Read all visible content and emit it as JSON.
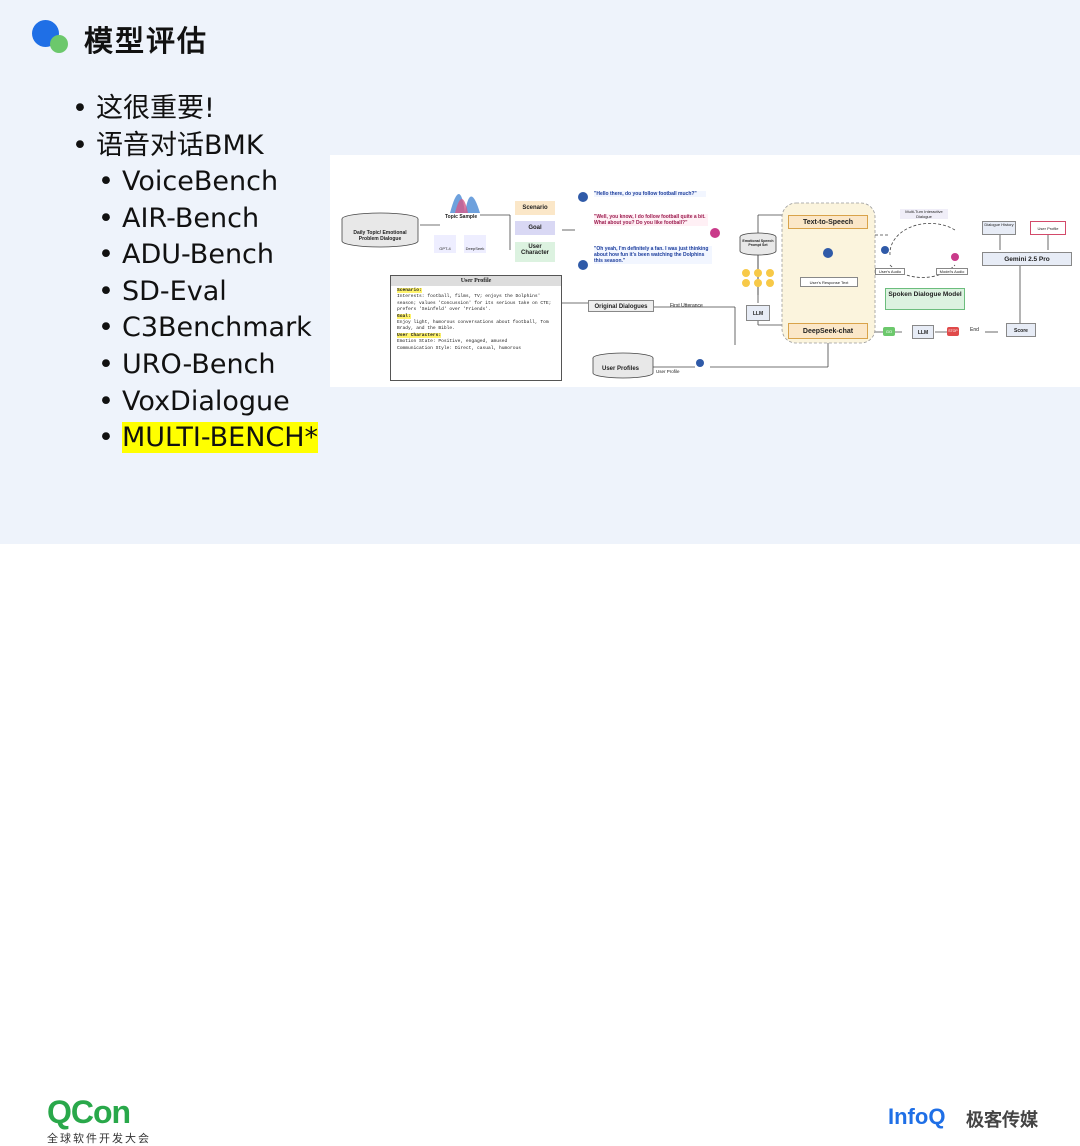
{
  "header": {
    "title": "模型评估"
  },
  "bullets": {
    "item1": "这很重要!",
    "item2": "语音对话BMK",
    "sub": [
      "VoiceBench",
      "AIR-Bench",
      "ADU-Bench",
      "SD-Eval",
      "C3Benchmark",
      "URO-Bench",
      "VoxDialogue",
      "MULTI-BENCH*"
    ]
  },
  "figure": {
    "daily_topic": "Daily Topic/ Emotional Problem Dialogue",
    "topic_sample": "Topic Sample",
    "gpt": "GPT-4",
    "deepseek": "DeepSeek",
    "scenario": "Scenario",
    "goal": "Goal",
    "user_character": "User Character",
    "bubble1": "\"Hello there, do you follow football much?\"",
    "bubble2": "\"Well, you know, I do follow football quite a bit. What about you? Do you like football?\"",
    "bubble3": "\"Oh yeah, I'm definitely a fan. I was just thinking about how fun it's been watching the Dolphins this season.\"",
    "profile_title": "User Profile",
    "profile_scenario_label": "Scenario:",
    "profile_scenario": "Interests: football, films, TV; enjoys the Dolphins' season; values 'Concussion' for its serious take on CTE; prefers 'Seinfeld' over 'Friends'.",
    "profile_goal_label": "Goal:",
    "profile_goal": "Enjoy light, humorous conversations about football, Tom Brady, and the Bible.",
    "profile_char_label": "User Characters:",
    "profile_emotion": "Emotion State: Positive, engaged, amused",
    "profile_comm": "Communication Style: Direct, casual, humorous",
    "original_dialogues": "Original Dialogues",
    "first_utterance": "First Utterance",
    "user_profiles": "User Profiles",
    "user_profile_small": "User Profile",
    "emotional_speech": "Emotional Speech Prompt Set",
    "llm": "LLM",
    "tts": "Text-to-Speech",
    "users_response": "User's Response Text",
    "deepseek_chat": "DeepSeek-chat",
    "multi_turn": "Multi-Turn Interactive Dialogue",
    "users_audio": "User's Audio",
    "models_audio": "Model's Audio",
    "spoken_model": "Spoken Dialogue Model",
    "dialogue_history": "Dialogue History",
    "user_profile_box": "User Profile",
    "gemini": "Gemini 2.5 Pro",
    "score": "Score",
    "llm2": "LLM",
    "stop": "STOP",
    "end": "End",
    "go": "GO"
  },
  "footer": {
    "qcon": "QCon",
    "qcon_sub": "全球软件开发大会",
    "infoq": "InfoQ",
    "geek": "极客传媒"
  },
  "colors": {
    "accent_blue": "#1f6fe6",
    "accent_green": "#6cc86c",
    "highlight": "#ffff00",
    "qcon_green": "#29a84a"
  }
}
